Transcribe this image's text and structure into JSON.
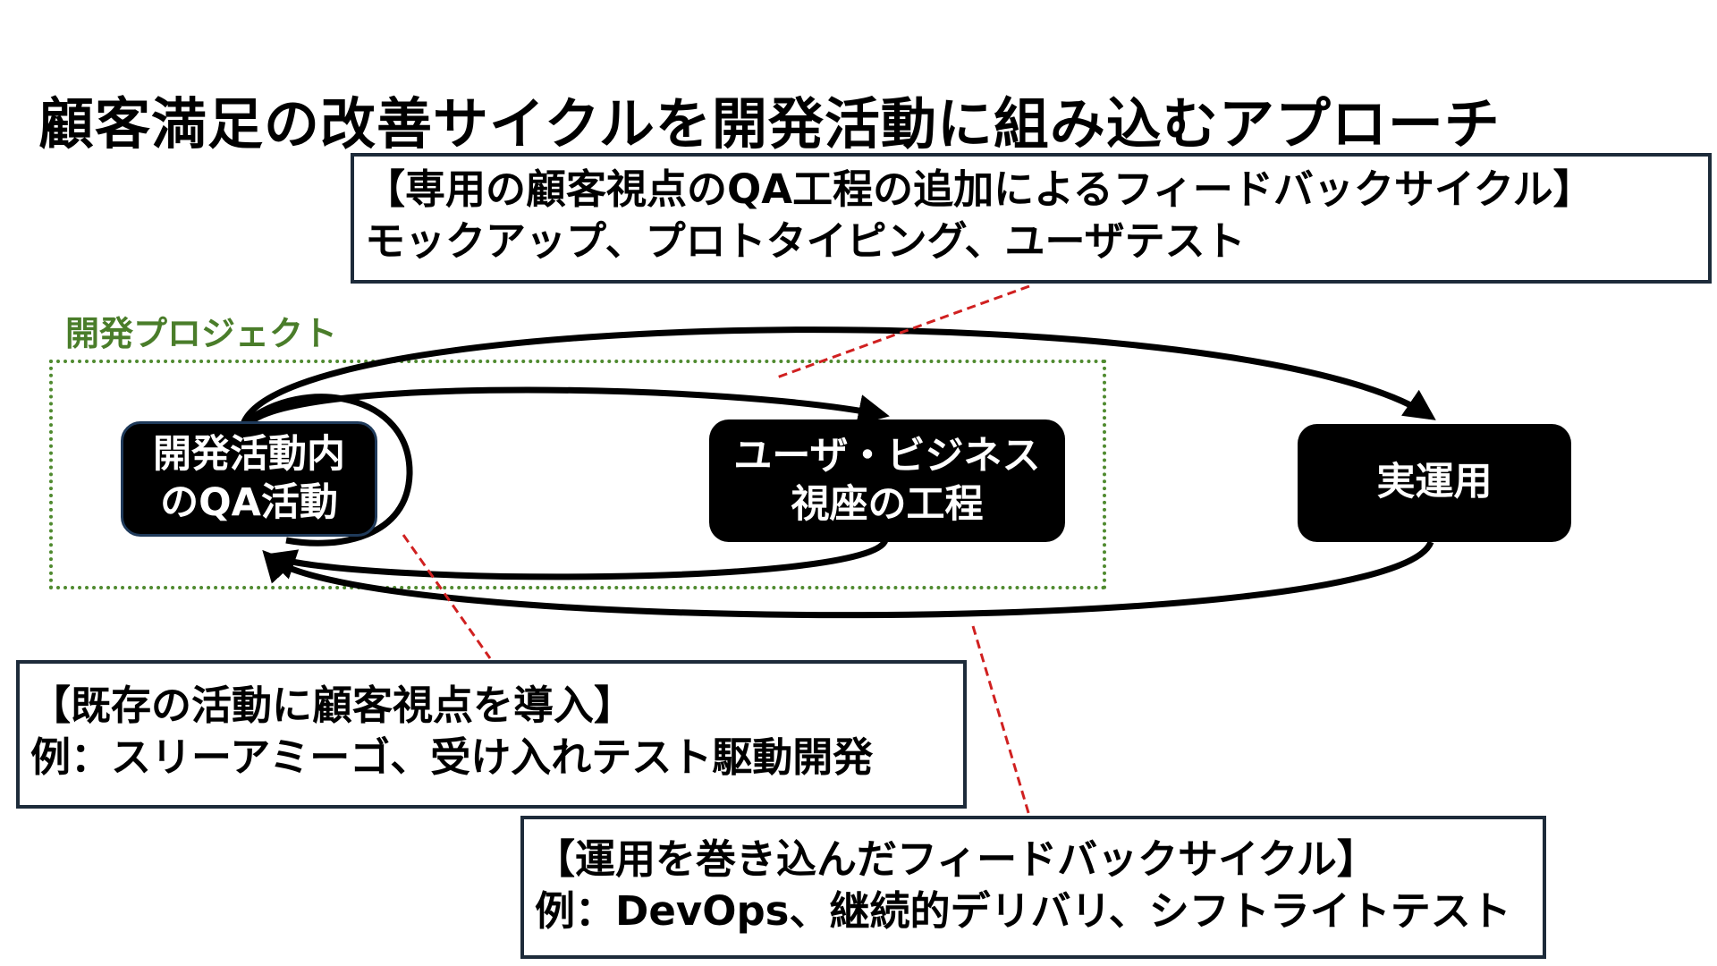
{
  "title": "顧客満足の改善サイクルを開発活動に組み込むアプローチ",
  "callouts": {
    "qa_process": {
      "heading": "【専用の顧客視点のQA工程の追加によるフィードバックサイクル】",
      "body": "モックアップ、プロトタイピング、ユーザテスト"
    },
    "existing": {
      "heading": "【既存の活動に顧客視点を導入】",
      "body": "例：スリーアミーゴ、受け入れテスト駆動開発"
    },
    "operations": {
      "heading": "【運用を巻き込んだフィードバックサイクル】",
      "body": "例：DevOps、継続的デリバリ、シフトライトテスト"
    }
  },
  "project_label": "開発プロジェクト",
  "nodes": {
    "qa": {
      "line1": "開発活動内",
      "line2": "のQA活動"
    },
    "business": {
      "line1": "ユーザ・ビジネス",
      "line2": "視座の工程"
    },
    "operation": {
      "line1": "実運用"
    }
  },
  "colors": {
    "project_frame": "#4f8a2f",
    "project_label": "#4a7d2a",
    "leader_line": "#d02020",
    "node_fill": "#000000",
    "callout_border": "#1d2b3a"
  }
}
